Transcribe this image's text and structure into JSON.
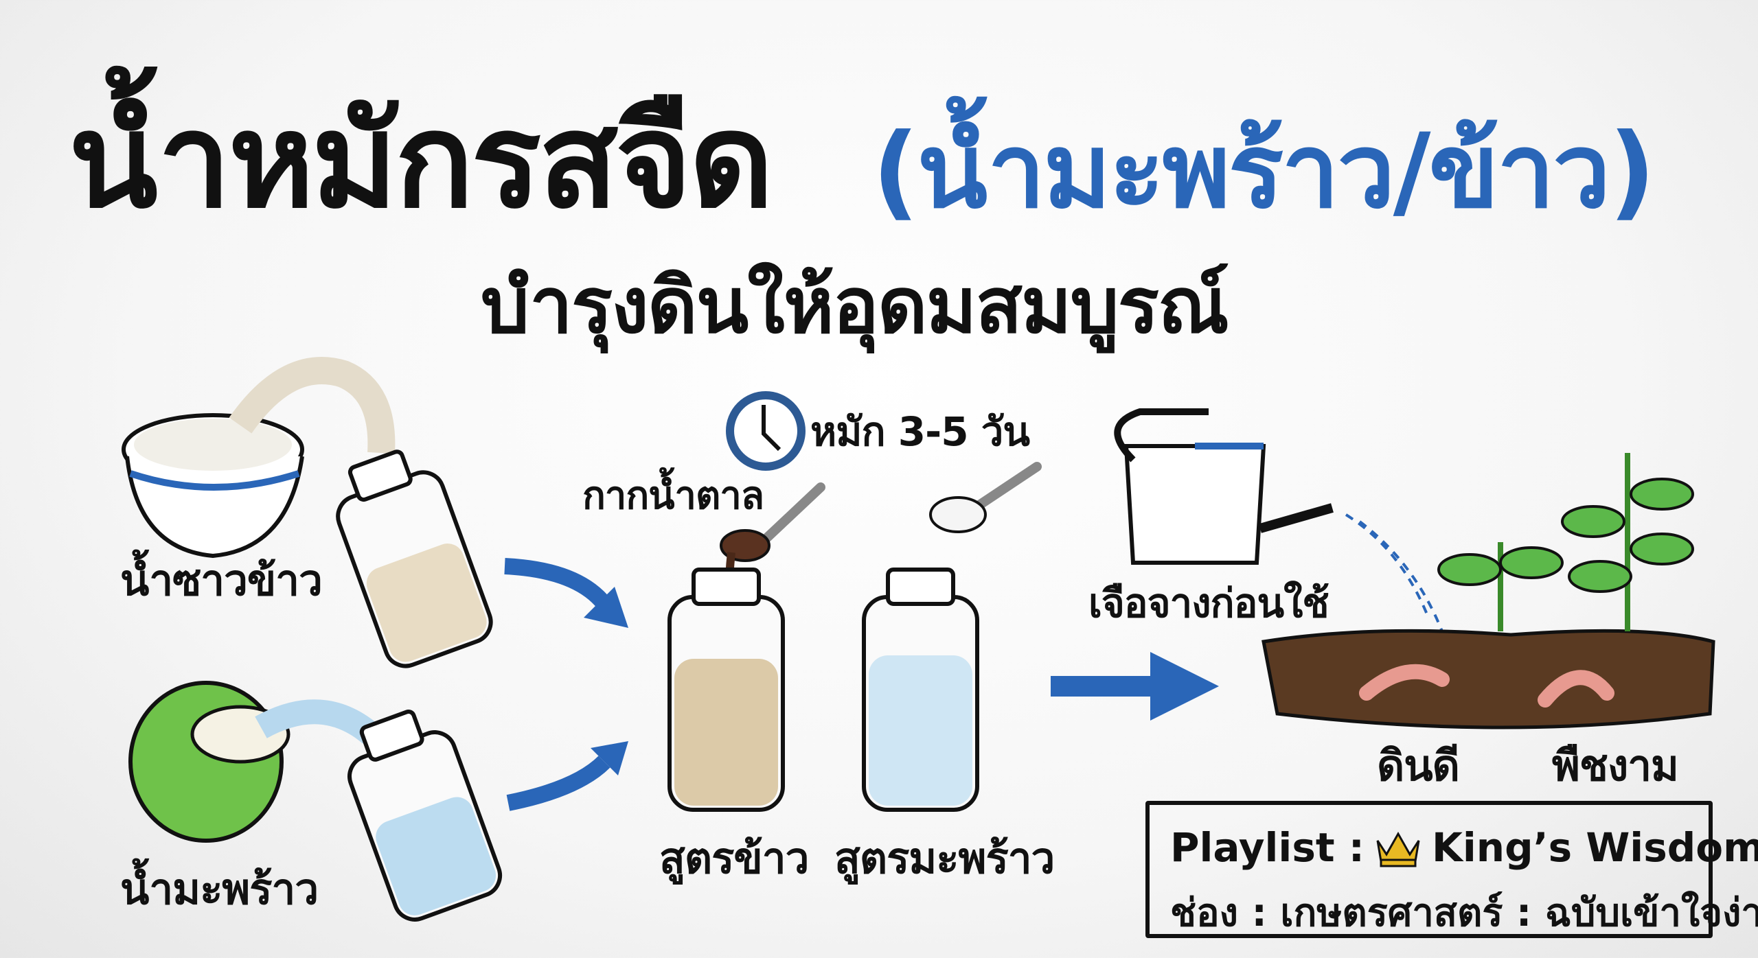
{
  "title": {
    "main": "น้ำหมักรสจืด",
    "sub": "(น้ำมะพร้าว/ข้าว)"
  },
  "subtitle": "บำรุงดินให้อุดมสมบูรณ์",
  "labels": {
    "rice_water": "น้ำซาวข้าว",
    "coconut_water": "น้ำมะพร้าว",
    "molasses": "กากน้ำตาล",
    "ferment_time": "หมัก 3-5 วัน",
    "rice_formula": "สูตรข้าว",
    "coconut_formula": "สูตรมะพร้าว",
    "dilute": "เจือจางก่อนใช้",
    "good_soil": "ดินดี",
    "beautiful_plants": "พืชงาม"
  },
  "info_box": {
    "playlist_label": "Playlist :",
    "playlist_name": "King’s Wisdom |",
    "channel": "ช่อง : เกษตรศาสตร์ : ฉบับเข้าใจง่าย"
  },
  "colors": {
    "accent_blue": "#2a66b8",
    "crown_gold": "#e8b923",
    "soil": "#5a3a22"
  }
}
